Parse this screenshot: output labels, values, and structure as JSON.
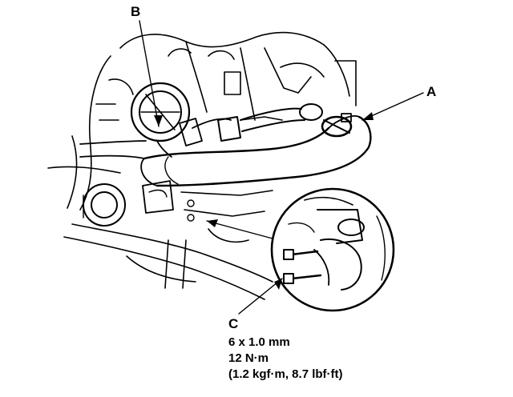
{
  "callouts": {
    "a": "A",
    "b": "B",
    "c": "C"
  },
  "specification": {
    "bolt_size": "6 x 1.0 mm",
    "torque_nm": "12 N·m",
    "torque_alt": "(1.2 kgf·m, 8.7 lbf·ft)"
  },
  "colors": {
    "ink": "#000000",
    "paper": "#ffffff"
  }
}
